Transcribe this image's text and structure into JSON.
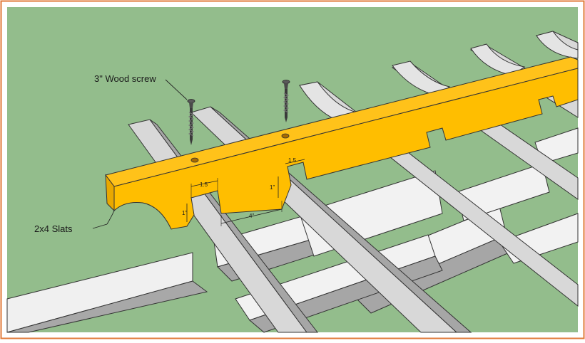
{
  "labels": {
    "wood_screw": "3\" Wood screw",
    "slats": "2x4 Slats"
  },
  "dimensions": {
    "notch_width": "1.5",
    "notch_width_2": "1.5",
    "notch_depth": "1\"",
    "notch_depth_2": "1\"",
    "notch_spacing": "4\""
  },
  "colors": {
    "border": "#e07a3a",
    "background": "#93bd8c",
    "slat_face": "#ffbe00",
    "slat_edge": "#e9a800",
    "beam_top": "#d8d8d8",
    "beam_side": "#a6a6a6",
    "screw": "#3a3a3a"
  }
}
